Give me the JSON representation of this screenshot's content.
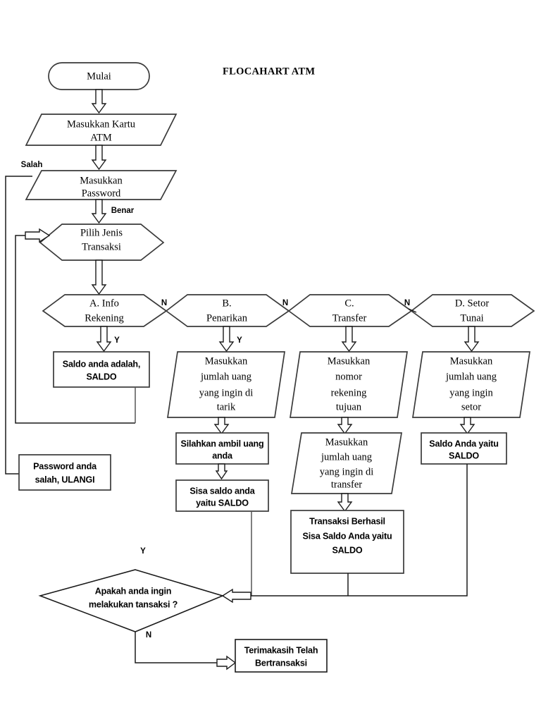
{
  "diagram": {
    "title": "FLOCAHART ATM",
    "type": "flowchart",
    "language": "Indonesian",
    "nodes": {
      "start": {
        "label": "Mulai",
        "shape": "terminator"
      },
      "input_card": {
        "label_line1": "Masukkan Kartu",
        "label_line2": "ATM",
        "shape": "parallelogram"
      },
      "input_password": {
        "label_line1": "Masukkan",
        "label_line2": "Password",
        "shape": "parallelogram"
      },
      "choose_transaction": {
        "label_line1": "Pilih Jenis",
        "label_line2": "Transaksi",
        "shape": "hexagon"
      },
      "option_a": {
        "label_line1": "A. Info",
        "label_line2": "Rekening",
        "shape": "hexagon"
      },
      "option_b": {
        "label_line1": "B.",
        "label_line2": "Penarikan",
        "shape": "hexagon"
      },
      "option_c": {
        "label_line1": "C.",
        "label_line2": "Transfer",
        "shape": "hexagon"
      },
      "option_d": {
        "label_line1": "D. Setor",
        "label_line2": "Tunai",
        "shape": "hexagon"
      },
      "balance_info": {
        "label_line1": "Saldo anda adalah,",
        "label_line2": "SALDO",
        "shape": "rectangle"
      },
      "withdraw_amount": {
        "label_line1": "Masukkan",
        "label_line2": "jumlah uang",
        "label_line3": "yang ingin di",
        "label_line4": "tarik",
        "shape": "parallelogram"
      },
      "transfer_account": {
        "label_line1": "Masukkan",
        "label_line2": "nomor",
        "label_line3": "rekening",
        "label_line4": "tujuan",
        "shape": "parallelogram"
      },
      "deposit_amount": {
        "label_line1": "Masukkan",
        "label_line2": "jumlah uang",
        "label_line3": "yang ingin",
        "label_line4": "setor",
        "shape": "parallelogram"
      },
      "take_money": {
        "label_line1": "Silahkan ambil uang",
        "label_line2": "anda",
        "shape": "rectangle"
      },
      "remaining_balance": {
        "label_line1": "Sisa saldo anda",
        "label_line2": "yaitu SALDO",
        "shape": "rectangle"
      },
      "transfer_amount": {
        "label_line1": "Masukkan",
        "label_line2": "jumlah uang",
        "label_line3": "yang ingin di",
        "label_line4": "transfer",
        "shape": "parallelogram"
      },
      "transfer_success": {
        "label_line1": "Transaksi Berhasil",
        "label_line2": "Sisa Saldo Anda yaitu",
        "label_line3": "SALDO",
        "shape": "rectangle"
      },
      "deposit_balance": {
        "label_line1": "Saldo Anda yaitu",
        "label_line2": "SALDO",
        "shape": "rectangle"
      },
      "password_wrong": {
        "label_line1": "Password anda",
        "label_line2": "salah, ULANGI",
        "shape": "rectangle"
      },
      "another_transaction": {
        "label_line1": "Apakah anda ingin",
        "label_line2": "melakukan tansaksi ?",
        "shape": "diamond"
      },
      "thank_you": {
        "label_line1": "Terimakasih Telah",
        "label_line2": "Bertransaksi",
        "shape": "rectangle"
      }
    },
    "edge_labels": {
      "salah": "Salah",
      "benar": "Benar",
      "yes_a": "Y",
      "no_a": "N",
      "yes_b": "Y",
      "no_b": "N",
      "no_c": "N",
      "yes_loop": "Y",
      "no_end": "N"
    },
    "colors": {
      "background": "#ffffff",
      "stroke": "#1a1a1a",
      "stroke_soft": "#555555",
      "text": "#000000"
    }
  }
}
